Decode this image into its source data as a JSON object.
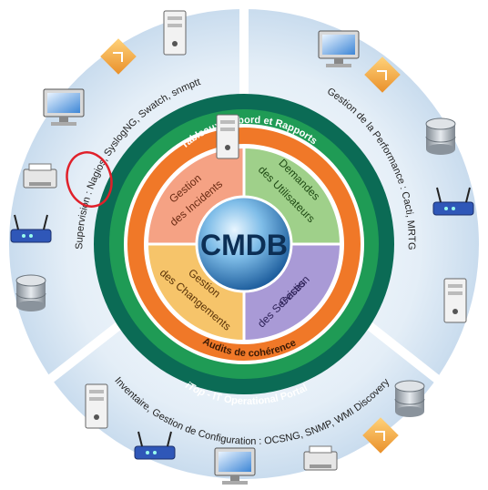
{
  "center": {
    "label": "CMDB"
  },
  "quadrants": [
    {
      "line1": "Gestion",
      "line2": "des Incidents",
      "color": "#f5a284"
    },
    {
      "line1": "Demandes",
      "line2": "des Utilisateurs",
      "color": "#9fd08a"
    },
    {
      "line1": "Gestion",
      "line2": "des Changements",
      "color": "#f6c46a"
    },
    {
      "line1": "Gestion",
      "line2": "des Services",
      "color": "#a99ad6"
    }
  ],
  "rings": {
    "top_band": "Tableaux de bord et Rapports",
    "bottom_band": "Audits de cohérence",
    "portal_prefix": "iTop",
    "portal_rest": " - IT Operational Portal"
  },
  "outer_labels": {
    "top_left": "Supervision : Nagios, SyslogNG, Swatch, snmptt",
    "top_right": "Gestion de la Performance : Cacti, MRTG",
    "bottom": "Inventaire, Gestion de Configuration : OCSNG, SNMP, WMI Discovery"
  },
  "colors": {
    "outer_disc": "#cfe0ef",
    "dark_ring": "#0b6b55",
    "green_ring": "#1f9b55",
    "orange_ring": "#f07828",
    "highlight_circle": "#e0202a",
    "globe": "#3a87c8"
  },
  "devices": [
    "server-icon",
    "monitor-icon",
    "card-icon",
    "monitor-icon",
    "card-icon",
    "monitor-icon",
    "server-icon",
    "printer-icon",
    "router-icon",
    "database-icon",
    "database-icon",
    "router-icon",
    "server-icon",
    "server-icon",
    "router-icon",
    "monitor-icon",
    "printer-icon",
    "database-icon",
    "card-icon"
  ]
}
